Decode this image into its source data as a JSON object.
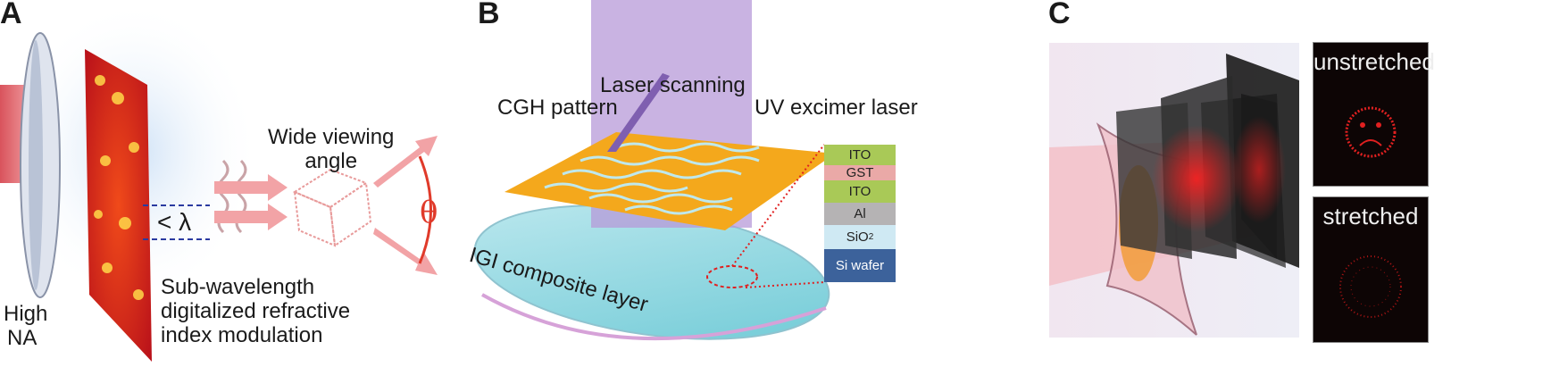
{
  "panels": {
    "a": {
      "label": "A",
      "high_na": [
        "High",
        "NA"
      ],
      "sub_lambda": "< λ",
      "wide_angle": [
        "Wide viewing",
        "angle"
      ],
      "theta": "θ",
      "caption": [
        "Sub-wavelength",
        "digitalized refractive",
        "index modulation"
      ]
    },
    "b": {
      "label": "B",
      "cgh": "CGH pattern",
      "laser_scanning": "Laser scanning",
      "uv_laser": "UV excimer laser",
      "igi": "IGI composite layer",
      "layers": [
        {
          "name": "ITO",
          "color": "#a9c957"
        },
        {
          "name": "GST",
          "color": "#eaa9a7"
        },
        {
          "name": "ITO",
          "color": "#a9c957"
        },
        {
          "name": "Al",
          "color": "#b5b3b4"
        },
        {
          "name": "SiO",
          "sub": "2",
          "color": "#cfe9f3"
        },
        {
          "name": "Si wafer",
          "color": "#3c629b"
        }
      ]
    },
    "c": {
      "label": "C",
      "unstretched": "unstretched",
      "stretched": "stretched"
    }
  }
}
